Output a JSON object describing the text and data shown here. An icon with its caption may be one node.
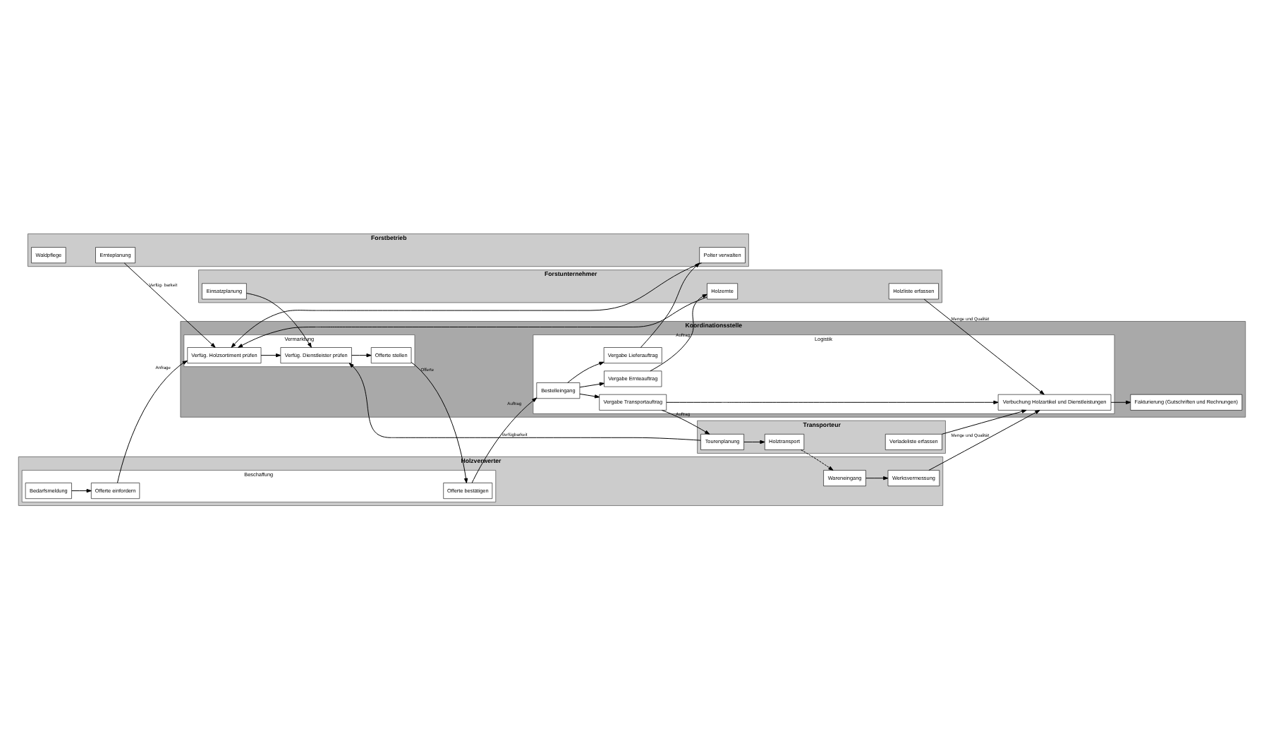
{
  "diagram": {
    "nodes": [
      {
        "text": [
          "Forstbetrieb"
        ]
      },
      {
        "text": [
          "Waldpflege"
        ],
        "in": 0
      },
      {
        "text": [
          "Ernteplanung"
        ],
        "in": 0
      },
      {
        "text": [
          "Polter verwalten"
        ],
        "in": 0
      },
      {
        "text": [
          "Koordinationsstelle"
        ]
      },
      {
        "text": [
          "Vermarktung"
        ],
        "in": 4
      },
      {
        "text": [
          "Verfüg. Holzsortiment prüfen"
        ],
        "in": 5
      },
      {
        "text": [
          "Verfüg. Dienstleister prüfen"
        ],
        "in": 5
      },
      {
        "text": [
          "Offerte stellen"
        ],
        "in": 5
      },
      {
        "text": [
          "Logistik"
        ],
        "in": 4
      },
      {
        "text": [
          "Bestelleingang"
        ],
        "in": 9
      },
      {
        "text": [
          "Vergabe Lieferauftrag"
        ],
        "in": 9
      },
      {
        "text": [
          "Vergabe Ernteauftrag"
        ],
        "in": 9
      },
      {
        "text": [
          "Vergabe Transportauftrag"
        ],
        "in": 9
      },
      {
        "text": [
          "Verbuchung Holzartikel und Dienstleistungen"
        ],
        "in": 9
      },
      {
        "text": [
          "Fakturierung (Gutschriften und Rechnungen)"
        ],
        "in": 4
      },
      {
        "text": [
          "Holzverwerter"
        ]
      },
      {
        "text": [
          "Beschaffung"
        ],
        "in": 16
      },
      {
        "text": [
          "Offerte einfordern"
        ],
        "in": 17
      },
      {
        "text": [
          "Bedarfsmeldung"
        ],
        "in": 17
      },
      {
        "text": [
          "Offerte bestätigen"
        ],
        "in": 17
      },
      {
        "text": [
          "Wareneingang"
        ],
        "in": 16
      },
      {
        "text": [
          "Werksvermessung"
        ],
        "in": 16
      },
      {
        "text": [
          "Transporteur"
        ]
      },
      {
        "text": [
          "Holztransport"
        ],
        "in": 23
      },
      {
        "text": [
          "Tourenplanung"
        ],
        "in": 23
      },
      {
        "text": [
          "Verladeliste erfassen"
        ],
        "in": 23
      },
      {
        "text": [
          "Forstunternehmer"
        ]
      },
      {
        "text": [
          "Holzernte"
        ],
        "in": 27
      },
      {
        "text": [
          "Einsatzplanung"
        ],
        "in": 27
      },
      {
        "text": [
          "Holzliste erfassen"
        ],
        "in": 27
      }
    ],
    "edges": [
      {
        "from": 2,
        "to": 6,
        "arrow": "to",
        "label": "Verfüg- barkeit"
      },
      {
        "from": 28,
        "to": 6,
        "arrow": "to"
      },
      {
        "from": 3,
        "to": 6,
        "arrow": "to"
      },
      {
        "from": 29,
        "to": 7,
        "arrow": "to"
      },
      {
        "from": 11,
        "to": 3,
        "arrow": "to"
      },
      {
        "from": 18,
        "to": 6,
        "arrow": "to",
        "label": "Anfrage"
      },
      {
        "from": 6,
        "to": 7,
        "arrow": "to"
      },
      {
        "from": 25,
        "to": 7,
        "arrow": "to",
        "label": "Verfügbarkeit"
      },
      {
        "from": 7,
        "to": 8,
        "arrow": "to"
      },
      {
        "from": 8,
        "to": 20,
        "arrow": "to",
        "label": "Offerte"
      },
      {
        "from": 20,
        "to": 10,
        "arrow": "to",
        "label": "Auftrag"
      },
      {
        "from": 19,
        "to": 18,
        "arrow": "to"
      },
      {
        "from": 10,
        "to": 11,
        "arrow": "to"
      },
      {
        "from": 10,
        "to": 12,
        "arrow": "to"
      },
      {
        "from": 10,
        "to": 13,
        "arrow": "to"
      },
      {
        "from": 12,
        "to": 28,
        "arrow": "to",
        "label": "Auftrag"
      },
      {
        "from": 13,
        "to": 25,
        "arrow": "to",
        "label": "Auftrag"
      },
      {
        "from": 25,
        "to": 24,
        "arrow": "to"
      },
      {
        "from": 24,
        "to": 21,
        "arrow": "to",
        "style": "dashed"
      },
      {
        "from": 13,
        "to": 14,
        "arrow": "to"
      },
      {
        "from": 26,
        "to": 14,
        "arrow": "to"
      },
      {
        "from": 30,
        "to": 14,
        "arrow": "to",
        "label": "Menge und Qualität"
      },
      {
        "from": 21,
        "to": 22,
        "arrow": "to"
      },
      {
        "from": 22,
        "to": 14,
        "arrow": "to",
        "label": "Menge und Qualität"
      },
      {
        "from": 14,
        "to": 15,
        "arrow": "to"
      }
    ]
  }
}
